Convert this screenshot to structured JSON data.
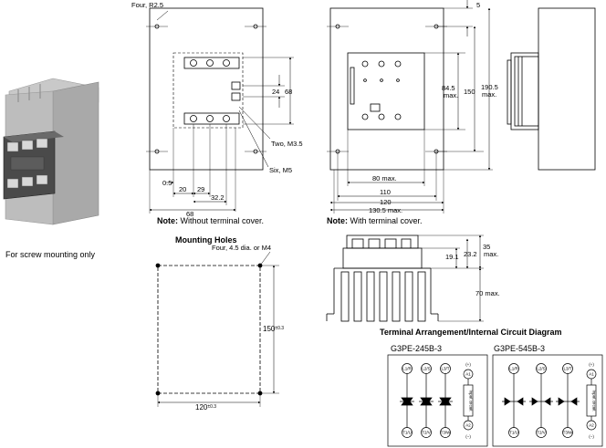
{
  "photo": {
    "caption": "For screw mounting only",
    "colors": {
      "heatsink": "#b8b8b8",
      "body": "#4a4a4a",
      "terminal": "#d8d8d8"
    }
  },
  "front_view": {
    "label_corner": "Four, R2.5",
    "label_two": "Two, M3.5",
    "label_six": "Six, M5",
    "dim_24": "24",
    "dim_68_v": "68",
    "dim_0_5": "0.5",
    "dim_20": "20",
    "dim_29": "29",
    "dim_32_2": "32.2",
    "dim_68_h": "68",
    "note_bold": "Note:",
    "note_text": " Without terminal cover."
  },
  "side_view": {
    "dim_5": "5",
    "dim_84_5": "84.5",
    "dim_84_5_max": "max.",
    "dim_150": "150",
    "dim_190_5": "190.5",
    "dim_190_5_max": "max.",
    "dim_80": "80 max.",
    "dim_110": "110",
    "dim_120": "120",
    "dim_130_5": "130.5 max.",
    "note_bold": "Note:",
    "note_text": " With terminal cover."
  },
  "mounting": {
    "title": "Mounting Holes",
    "hole_label": "Four, 4.5 dia. or M4",
    "dim_150": "150",
    "dim_150_tol": "±0.3",
    "dim_120": "120",
    "dim_120_tol": "±0.3"
  },
  "bottom_view": {
    "dim_35": "35",
    "dim_35_max": "max.",
    "dim_19_1": "19.1",
    "dim_23_2": "23.2",
    "dim_70": "70 max."
  },
  "terminal": {
    "title": "Terminal Arrangement/Internal Circuit Diagram",
    "left_model": "G3PE-245B-3",
    "right_model": "G3PE-545B-3",
    "top_terminals": [
      "L1/R",
      "L2/S",
      "L3/T"
    ],
    "bottom_terminals": [
      "T1/U",
      "T2/V",
      "T3/W"
    ],
    "a1": "A1",
    "a2": "A2",
    "plus": "(+)",
    "minus": "(−)",
    "input_label": "Input circuit"
  }
}
